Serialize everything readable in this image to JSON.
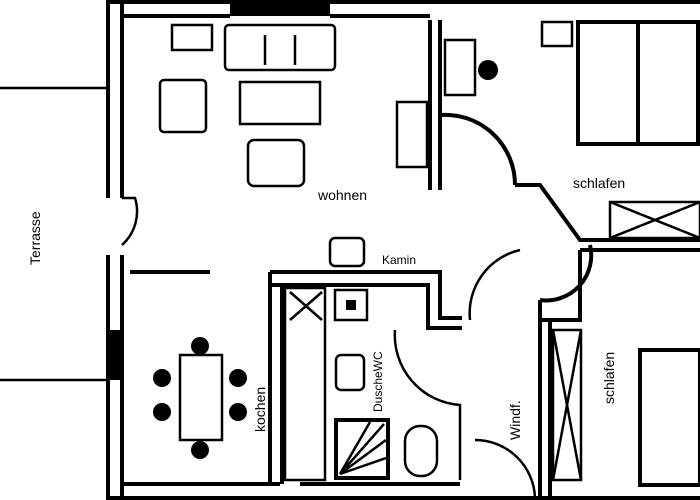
{
  "labels": {
    "terrace": "Terrasse",
    "living": "wohnen",
    "bedroom_1": "schlafen",
    "fireplace": "Kamin",
    "kitchen": "kochen",
    "bathroom": "DuscheWC",
    "vestibule": "Windf.",
    "bedroom_2": "schlafen"
  }
}
